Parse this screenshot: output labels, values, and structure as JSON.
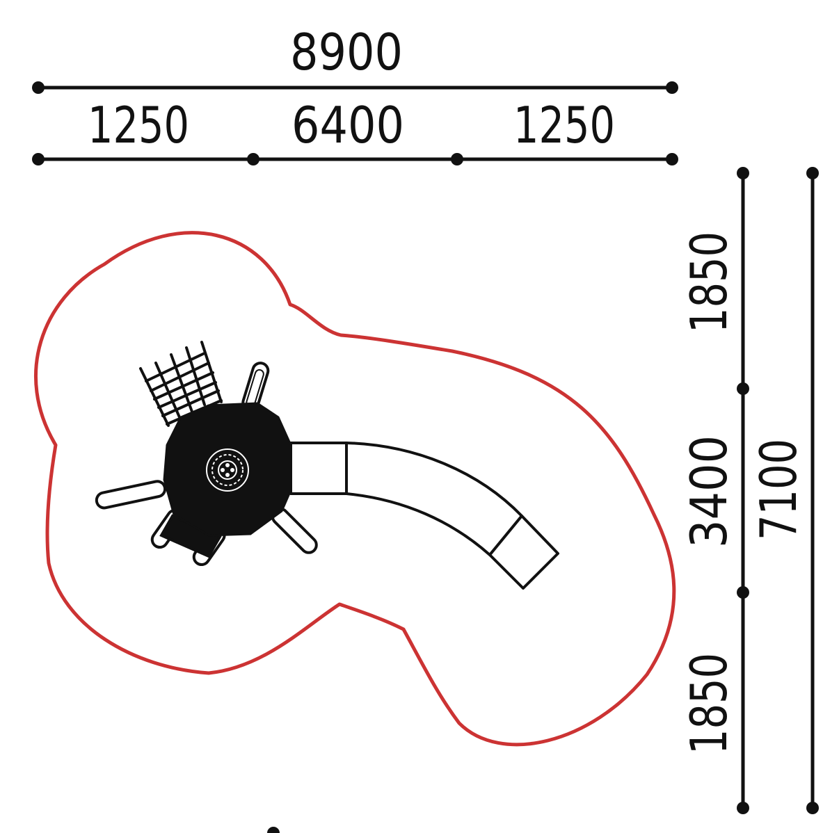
{
  "dimensions": {
    "overall_width": "8900",
    "width_left": "1250",
    "width_middle": "6400",
    "width_right": "1250",
    "height_top": "1850",
    "height_middle": "3400",
    "height_bottom": "1850",
    "overall_height": "7100"
  },
  "colors": {
    "safety_zone": "#cc3333",
    "line": "#111111",
    "background": "#ffffff"
  }
}
